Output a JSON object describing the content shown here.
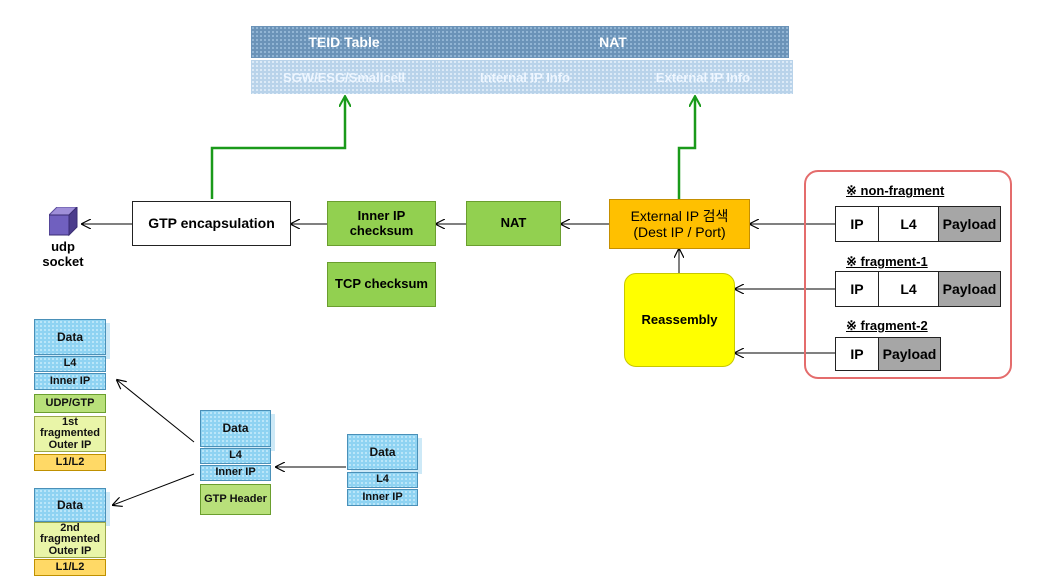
{
  "table": {
    "teid_title": "TEID Table",
    "nat_title": "NAT",
    "sgw_label": "SGW/ESG/Smallcell",
    "internal_ip_label": "Internal IP Info",
    "external_ip_label": "External IP Info"
  },
  "pipeline": {
    "udp_socket_line1": "udp",
    "udp_socket_line2": "socket",
    "gtp_encapsulation": "GTP encapsulation",
    "inner_ip_checksum_line1": "Inner IP",
    "inner_ip_checksum_line2": "checksum",
    "tcp_checksum": "TCP checksum",
    "nat": "NAT",
    "external_ip_lookup_line1": "External IP 검색",
    "external_ip_lookup_line2": "(Dest IP / Port)",
    "reassembly": "Reassembly"
  },
  "packets": {
    "non_fragment_label": "※ non-fragment",
    "fragment1_label": "※ fragment-1",
    "fragment2_label": "※ fragment-2",
    "ip": "IP",
    "l4": "L4",
    "payload": "Payload"
  },
  "stacks": {
    "data": "Data",
    "l4": "L4",
    "inner_ip": "Inner IP",
    "udp_gtp": "UDP/GTP",
    "first_fragmented_outer_ip": "1st fragmented Outer IP",
    "second_fragmented_outer_ip": "2nd fragmented Outer IP",
    "l1l2": "L1/L2",
    "gtp_header": "GTP Header"
  },
  "colors": {
    "green_arrow": "#1a9a1a",
    "process_green": "#92d050",
    "lookup_orange": "#ffc000",
    "reassembly_yellow": "#ffff00",
    "frame_red": "#e46c6c"
  }
}
